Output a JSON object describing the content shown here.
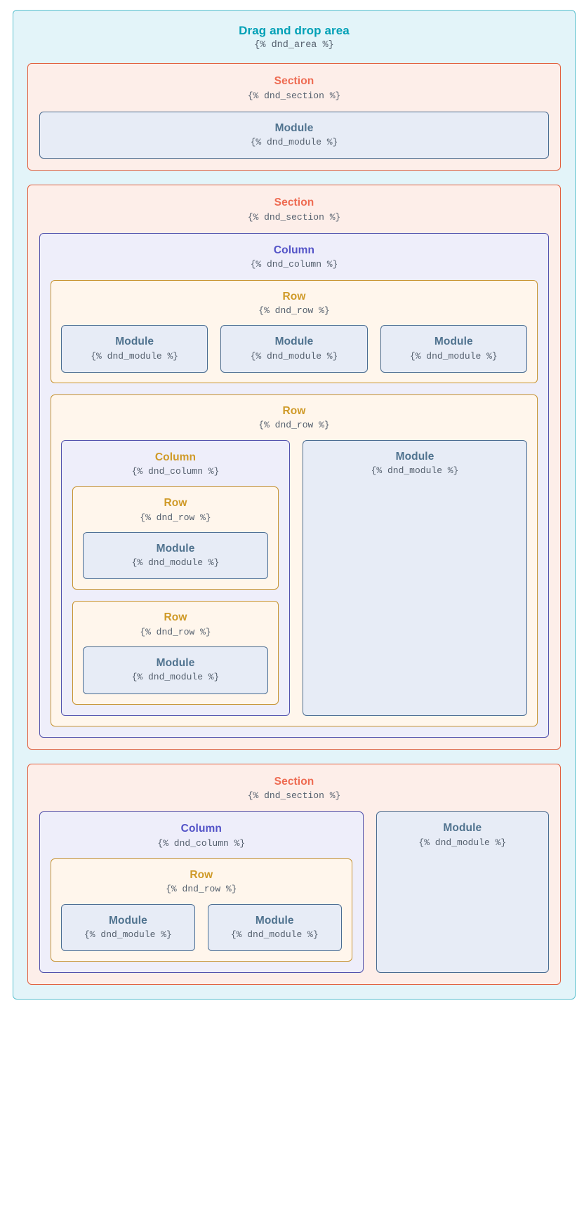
{
  "labels": {
    "area": {
      "title": "Drag and drop area",
      "code": "{% dnd_area %}"
    },
    "section": {
      "title": "Section",
      "code": "{% dnd_section %}"
    },
    "column": {
      "title": "Column",
      "code": "{% dnd_column %}"
    },
    "row": {
      "title": "Row",
      "code": "{% dnd_row %}"
    },
    "module": {
      "title": "Module",
      "code": "{% dnd_module %}"
    }
  },
  "colors": {
    "area_border": "#5cc1cf",
    "area_bg": "#e3f4f9",
    "area_text": "#00a0b6",
    "section_border": "#e2603f",
    "section_bg": "#fdeee9",
    "section_text": "#ee6b52",
    "column_border": "#5252ad",
    "column_bg": "#eeeefa",
    "column_text": "#5252c7",
    "row_border": "#c79330",
    "row_bg": "#fff6ec",
    "row_text": "#cf9a28",
    "module_border": "#4a6c91",
    "module_bg": "#e7ecf6",
    "module_text": "#50738f",
    "code_text": "#55606e"
  },
  "structure": {
    "type": "dnd_area",
    "sections": [
      {
        "index": 1,
        "children": [
          {
            "type": "module"
          }
        ]
      },
      {
        "index": 2,
        "children": [
          {
            "type": "column",
            "children": [
              {
                "type": "row",
                "children": [
                  {
                    "type": "module"
                  },
                  {
                    "type": "module"
                  },
                  {
                    "type": "module"
                  }
                ]
              },
              {
                "type": "row",
                "children": [
                  {
                    "type": "column",
                    "children": [
                      {
                        "type": "row",
                        "children": [
                          {
                            "type": "module"
                          }
                        ]
                      },
                      {
                        "type": "row",
                        "children": [
                          {
                            "type": "module"
                          }
                        ]
                      }
                    ]
                  },
                  {
                    "type": "module"
                  }
                ]
              }
            ]
          }
        ]
      },
      {
        "index": 3,
        "children": [
          {
            "type": "column",
            "children": [
              {
                "type": "row",
                "children": [
                  {
                    "type": "module"
                  },
                  {
                    "type": "module"
                  }
                ]
              }
            ]
          },
          {
            "type": "module"
          }
        ]
      }
    ]
  }
}
